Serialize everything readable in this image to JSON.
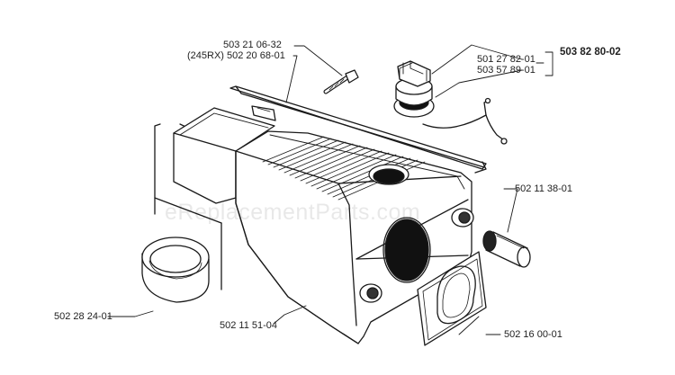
{
  "labels": {
    "screw": "503 21 06-32",
    "screw_alt": "(245RX) 502 20 68-01",
    "kit": "503 82 80-02",
    "cap": "501 27 82-01",
    "seal": "503 57 89-01",
    "bushing": "502 11 38-01",
    "ring": "502 28 24-01",
    "tank": "502 11 51-04",
    "gasket": "502 16 00-01"
  },
  "watermark": "eReplacementParts.com",
  "colors": {
    "line": "#1a1a1a",
    "fill": "#ffffff",
    "dark": "#111111"
  }
}
